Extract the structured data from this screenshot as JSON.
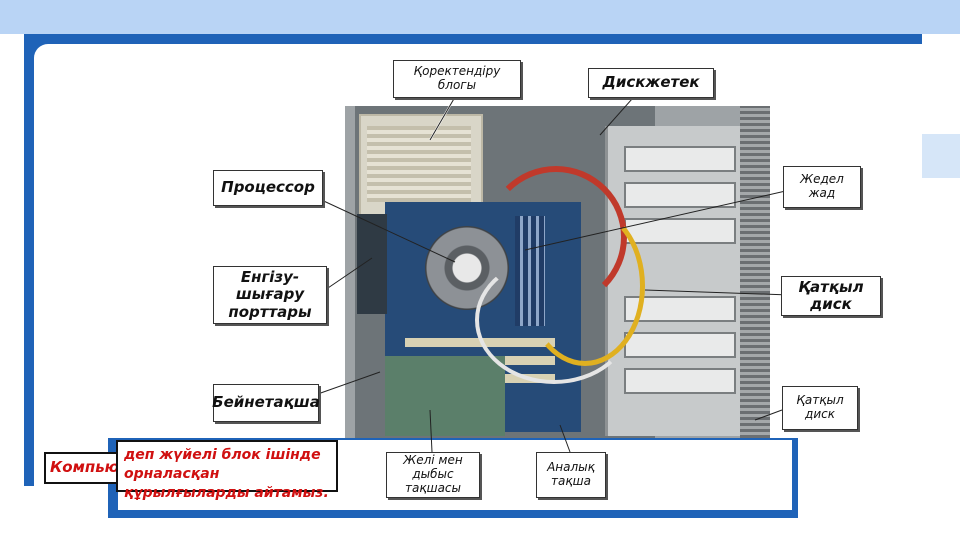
{
  "labels": {
    "psu": "Қоректендіру\nблогы",
    "floppy": "Дискжетек",
    "cpu": "Процессор",
    "ram": "Жедел\nжад",
    "io_ports": "Енгізу-шығару\nпорттары",
    "hdd1": "Қатқыл\nдиск",
    "hdd2": "Қатқыл\nдиск",
    "video": "Бейнетақша",
    "net_sound": "Желі мен\nдыбыс тақшасы",
    "mainboard": "Аналық\nтақша"
  },
  "captions": {
    "left_fragment": "Компьютердің",
    "bottom": "деп жүйелі блок ішінде орналасқан\nқұрылғыларды айтамыз."
  },
  "colors": {
    "frame_blue": "#1f63b8",
    "top_band": "#b9d4f5",
    "caption_red": "#d01010"
  }
}
